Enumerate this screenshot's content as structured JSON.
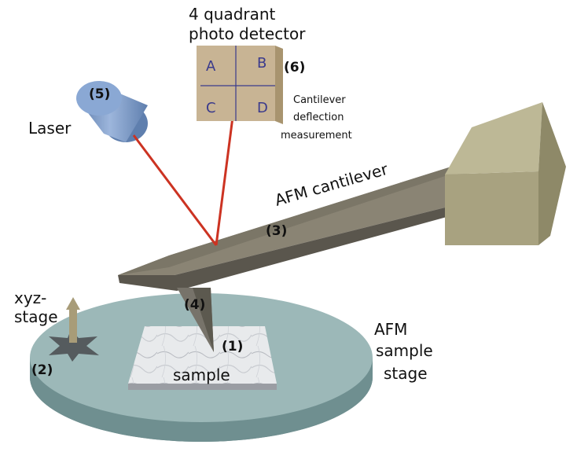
{
  "labels": {
    "detector_title_line1": "4 quadrant",
    "detector_title_line2": "photo detector",
    "detector_number": "(6)",
    "quadrant_a": "A",
    "quadrant_b": "B",
    "quadrant_c": "C",
    "quadrant_d": "D",
    "cantilever_deflection_line1": "Cantilever",
    "cantilever_deflection_line2": "deflection",
    "cantilever_deflection_line3": "measurement",
    "laser_number": "(5)",
    "laser": "Laser",
    "afm_cantilever": "AFM cantilever",
    "cantilever_number": "(3)",
    "tip_number": "(4)",
    "xyz_line1": "xyz-",
    "xyz_line2": "stage",
    "xyz_number": "(2)",
    "sample_number": "(1)",
    "sample": "sample",
    "afm_stage_line1": "AFM",
    "afm_stage_line2": "sample",
    "afm_stage_line3": "stage"
  },
  "colors": {
    "laser_beam": "#cc3322",
    "stage_top": "#9cb8b8",
    "stage_side": "#6f8f90",
    "cantilever_top": "#8a8474",
    "cantilever_side": "#5a564d",
    "block": "#a8a280",
    "detector": "#c8b494",
    "laser_body": "#7f9cc4",
    "quadrant_text": "#3a3a8c"
  }
}
